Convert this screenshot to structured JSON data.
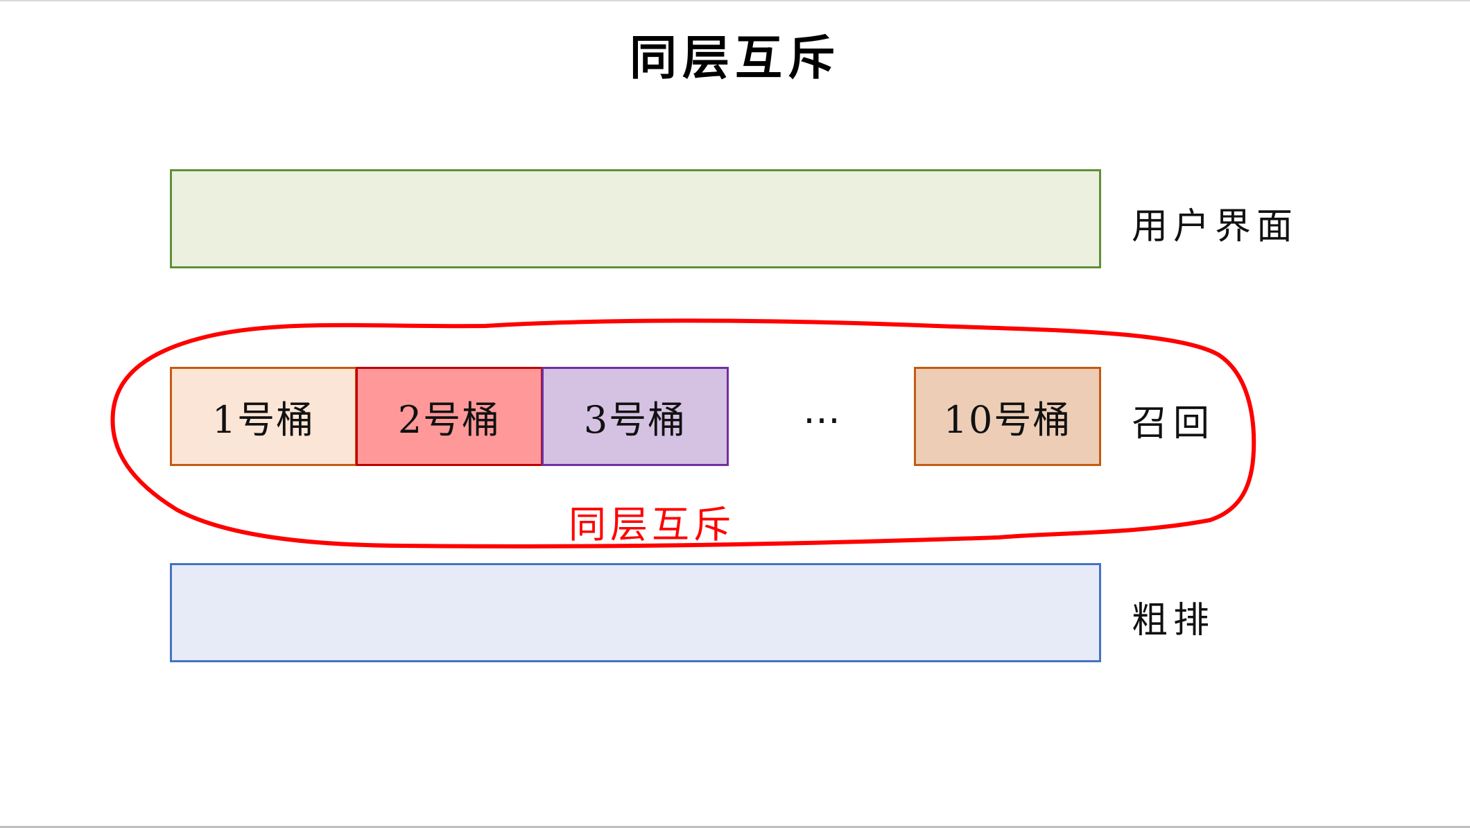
{
  "title": "同层互斥",
  "layers": {
    "ui_label": "用户界面",
    "recall_label": "召回",
    "rank_label": "粗排"
  },
  "buckets": [
    {
      "label": "1号桶"
    },
    {
      "label": "2号桶"
    },
    {
      "label": "3号桶"
    },
    {
      "label": "10号桶"
    }
  ],
  "ellipsis": "…",
  "highlight_label": "同层互斥",
  "colors": {
    "ui_fill": "#ebf1de",
    "ui_border": "#5f8f3a",
    "rank_fill": "#e6ebf7",
    "rank_border": "#4472c4",
    "bucket1_fill": "#fbe5d6",
    "bucket2_fill": "#ff9999",
    "bucket3_fill": "#d5c2e3",
    "bucket10_fill": "#edcdb6",
    "highlight": "#ff0000"
  }
}
